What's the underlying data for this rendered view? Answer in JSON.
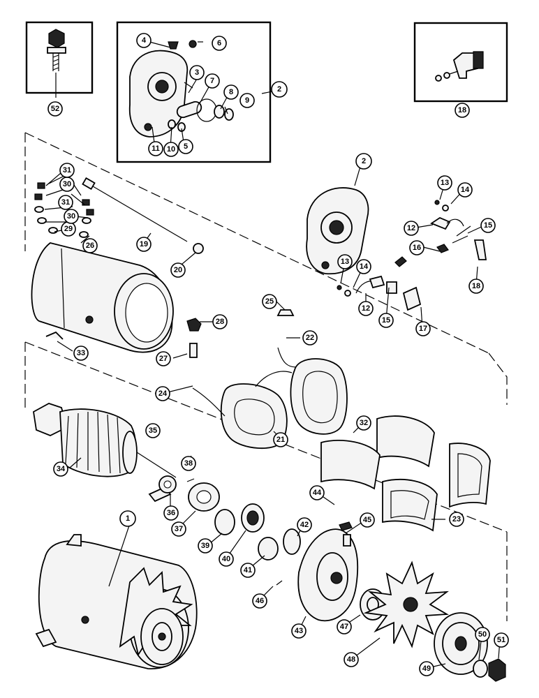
{
  "callouts": {
    "c1": "1",
    "c2a": "2",
    "c2b": "2",
    "c3": "3",
    "c4": "4",
    "c5": "5",
    "c6": "6",
    "c7": "7",
    "c8": "8",
    "c9": "9",
    "c10": "10",
    "c11": "11",
    "c12a": "12",
    "c12b": "12",
    "c13a": "13",
    "c13b": "13",
    "c14a": "14",
    "c14b": "14",
    "c15a": "15",
    "c15b": "15",
    "c16": "16",
    "c17": "17",
    "c18a": "18",
    "c18b": "18",
    "c19": "19",
    "c20": "20",
    "c21": "21",
    "c22": "22",
    "c23": "23",
    "c24": "24",
    "c25": "25",
    "c26": "26",
    "c27": "27",
    "c28": "28",
    "c29": "29",
    "c30a": "30",
    "c30b": "30",
    "c31a": "31",
    "c31b": "31",
    "c32": "32",
    "c33": "33",
    "c34": "34",
    "c35": "35",
    "c36": "36",
    "c37": "37",
    "c38": "38",
    "c39": "39",
    "c40": "40",
    "c41": "41",
    "c42": "42",
    "c43": "43",
    "c44": "44",
    "c45": "45",
    "c46": "46",
    "c47": "47",
    "c48": "48",
    "c49": "49",
    "c50": "50",
    "c51": "51",
    "c52": "52"
  }
}
